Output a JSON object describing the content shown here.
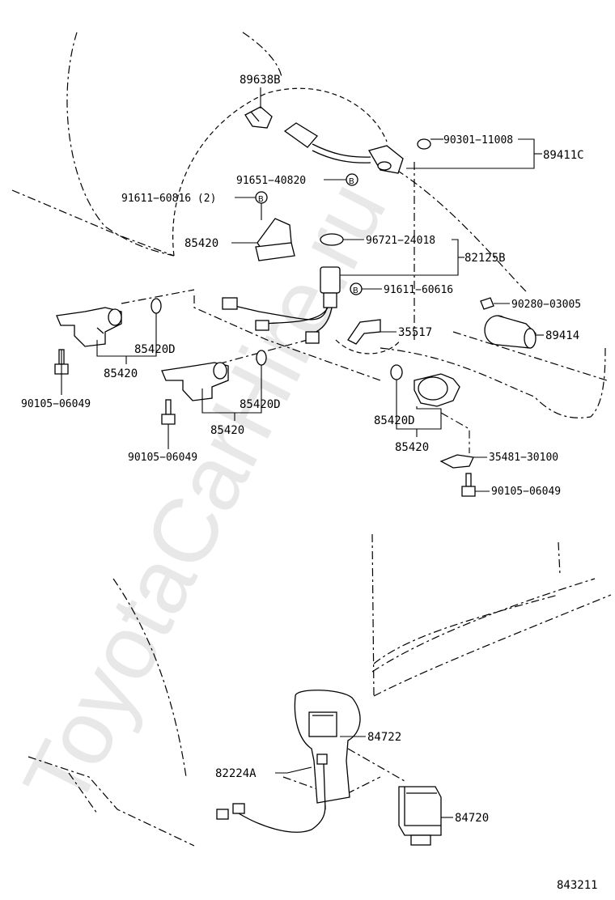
{
  "watermark": "ToyotaCarHire.ru",
  "figure_number": "843211",
  "labels": {
    "p89638B": "89638B",
    "p90301": "90301−11008",
    "p89411C": "89411C",
    "p91651": "91651−40820",
    "p91611a": "91611−60816 (2)",
    "p85420_top": "85420",
    "p96721": "96721−24018",
    "p82125B": "82125B",
    "p91611b": "91611−60616",
    "p90280": "90280−03005",
    "p35517": "35517",
    "p89414": "89414",
    "p85420D_a": "85420D",
    "p85420_a": "85420",
    "p90105_a": "90105−06049",
    "p85420D_b": "85420D",
    "p85420_b": "85420",
    "p90105_b": "90105−06049",
    "p85420D_c": "85420D",
    "p85420_c": "85420",
    "p35481": "35481−30100",
    "p90105_c": "90105−06049",
    "p84722": "84722",
    "p82224A": "82224A",
    "p84720": "84720",
    "bolt_b_mark": "B"
  }
}
